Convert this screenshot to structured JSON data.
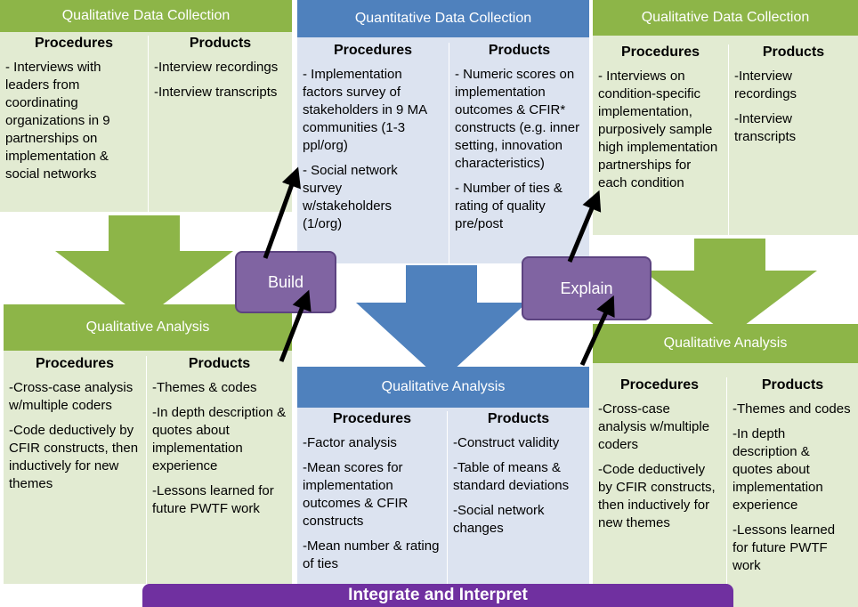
{
  "boxes": {
    "qual_collection_left": {
      "title": "Qualitative Data Collection",
      "procedures_label": "Procedures",
      "products_label": "Products",
      "procedures": [
        "- Interviews with leaders from coordinating organizations in 9 partnerships on implementation & social networks"
      ],
      "products": [
        "-Interview recordings",
        "-Interview transcripts"
      ]
    },
    "quant_collection": {
      "title": "Quantitative Data Collection",
      "procedures_label": "Procedures",
      "products_label": "Products",
      "procedures": [
        "- Implementation factors survey of stakeholders in 9 MA communities (1-3 ppl/org)",
        "- Social network survey w/stakeholders (1/org)"
      ],
      "products": [
        "- Numeric scores on implementation outcomes & CFIR* constructs (e.g. inner setting, innovation characteristics)",
        "- Number of ties & rating of quality pre/post"
      ]
    },
    "qual_collection_right": {
      "title": "Qualitative Data Collection",
      "procedures_label": "Procedures",
      "products_label": "Products",
      "procedures": [
        "- Interviews on condition-specific implementation, purposively sample high implementation partnerships for each condition"
      ],
      "products": [
        "-Interview recordings",
        "-Interview transcripts"
      ]
    },
    "qual_analysis_left": {
      "title": "Qualitative Analysis",
      "procedures_label": "Procedures",
      "products_label": "Products",
      "procedures": [
        "-Cross-case analysis w/multiple coders",
        "-Code deductively by CFIR constructs, then inductively for new themes"
      ],
      "products": [
        "-Themes & codes",
        "-In depth description & quotes about implementation experience",
        "-Lessons learned for future PWTF work"
      ]
    },
    "quant_analysis": {
      "title": "Qualitative Analysis",
      "procedures_label": "Procedures",
      "products_label": "Products",
      "procedures": [
        "-Factor analysis",
        "-Mean scores for implementation outcomes & CFIR constructs",
        "-Mean number & rating of ties"
      ],
      "products": [
        "-Construct validity",
        "-Table of means & standard deviations",
        "-Social network changes"
      ]
    },
    "qual_analysis_right": {
      "title": "Qualitative Analysis",
      "procedures_label": "Procedures",
      "products_label": "Products",
      "procedures": [
        "-Cross-case analysis w/multiple coders",
        "-Code deductively by CFIR constructs, then inductively for new themes"
      ],
      "products": [
        "-Themes and codes",
        "-In depth description & quotes about implementation experience",
        "-Lessons learned for future PWTF work"
      ]
    }
  },
  "build_label": "Build",
  "explain_label": "Explain",
  "integrate_label": "Integrate and Interpret",
  "colors": {
    "green_header": "#8db548",
    "green_panel": "#e2ebd2",
    "green_arrow": "#8db548",
    "blue_header": "#4f81bd",
    "blue_panel": "#dce3f0",
    "blue_arrow": "#4f81bd",
    "purple_pill": "#8064a2",
    "purple_bar": "#7030a0"
  }
}
